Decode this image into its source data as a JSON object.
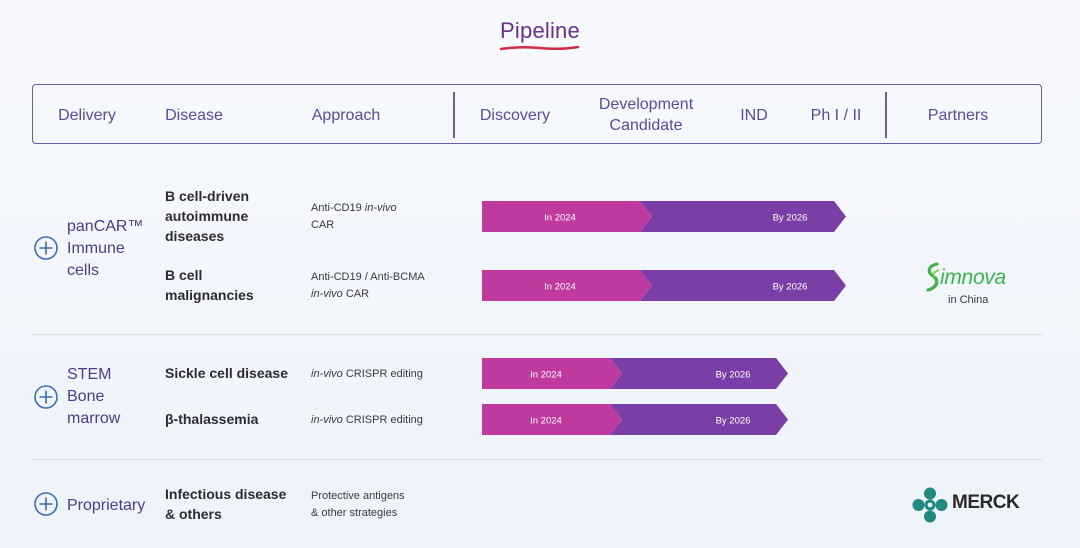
{
  "title": "Pipeline",
  "header": {
    "delivery": "Delivery",
    "disease": "Disease",
    "approach": "Approach",
    "discovery": "Discovery",
    "development_line1": "Development",
    "development_line2": "Candidate",
    "ind": "IND",
    "phase": "Ph I / II",
    "partners": "Partners"
  },
  "groups": [
    {
      "label_lines": [
        "panCAR™",
        "Immune",
        "cells"
      ],
      "programs": [
        {
          "disease_lines": [
            "B cell-driven",
            "autoimmune",
            "diseases"
          ],
          "approach_line1_a": "Anti-CD19 ",
          "approach_line1_b": "in-vivo",
          "approach_line2_a": "CAR",
          "bar_start": "In 2024",
          "bar_end": "By 2026"
        },
        {
          "disease_lines": [
            "B cell",
            "malignancies"
          ],
          "approach_line1_a": "Anti-CD19 / Anti-BCMA",
          "approach_line2_b": "in-vivo",
          "approach_line2_a": " CAR",
          "bar_start": "In 2024",
          "bar_end": "By 2026"
        }
      ]
    },
    {
      "label_lines": [
        "STEM",
        "Bone",
        "marrow"
      ],
      "programs": [
        {
          "disease_lines": [
            "Sickle cell disease"
          ],
          "approach_italic": "in-vivo",
          "approach_rest": " CRISPR editing",
          "bar_start": "In 2024",
          "bar_end": "By 2026"
        },
        {
          "disease_lines": [
            "β-thalassemia"
          ],
          "approach_italic": "in-vivo",
          "approach_rest": " CRISPR editing",
          "bar_start": "In 2024",
          "bar_end": "By 2026"
        }
      ]
    },
    {
      "label_lines": [
        "Proprietary"
      ],
      "programs": [
        {
          "disease_lines": [
            "Infectious disease",
            "& others"
          ],
          "approach_lines": [
            "Protective antigens",
            "& other strategies"
          ]
        }
      ]
    }
  ],
  "partners": {
    "simnova_name": "imnova",
    "simnova_sub": "in China",
    "merck_name": "MERCK"
  },
  "colors": {
    "accent": "#6a2f8f",
    "bar_start": "#c0399f",
    "bar_end": "#7a3fa6",
    "header_line": "#6c5ca8",
    "simnova_green": "#3bb54a",
    "merck_teal": "#1f8a7e"
  }
}
